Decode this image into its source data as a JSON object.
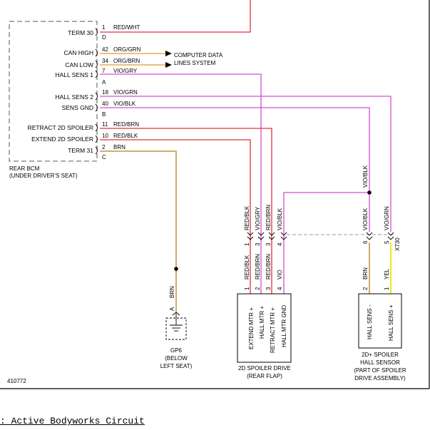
{
  "figure_id": "410772",
  "caption": ": Active Bodyworks Circuit",
  "bcm": {
    "name": "REAR BCM",
    "location": "(UNDER DRIVER'S SEAT)",
    "connector_letters": [
      "D",
      "A",
      "B",
      "C"
    ],
    "pins": [
      {
        "label": "TERM 30",
        "pin": "1",
        "wire": "RED/WHT"
      },
      {
        "label": "CAN HIGH",
        "pin": "42",
        "wire": "ORG/GRN"
      },
      {
        "label": "CAN LOW",
        "pin": "34",
        "wire": "ORG/BRN"
      },
      {
        "label": "HALL SENS 1",
        "pin": "7",
        "wire": "VIO/GRY"
      },
      {
        "label": "HALL SENS 2",
        "pin": "18",
        "wire": "VIO/GRN"
      },
      {
        "label": "SENS GND",
        "pin": "40",
        "wire": "VIO/BLK"
      },
      {
        "label": "RETRACT 2D SPOILER",
        "pin": "11",
        "wire": "RED/BRN"
      },
      {
        "label": "EXTEND 2D SPOILER",
        "pin": "10",
        "wire": "RED/BLK"
      },
      {
        "label": "TERM 31",
        "pin": "2",
        "wire": "BRN"
      }
    ]
  },
  "can_system": {
    "line1": "COMPUTER DATA",
    "line2": "LINES SYSTEM"
  },
  "ground": {
    "wire": "BRN",
    "pin": "A",
    "name": "GP6",
    "loc1": "(BELOW",
    "loc2": "LEFT SEAT)"
  },
  "connector_x730": "X730",
  "spoiler_drive": {
    "name": "2D SPOILER DRIVE",
    "sub": "(REAR FLAP)",
    "upper_wires": [
      {
        "pin": "1",
        "wire": "RED/BLK"
      },
      {
        "pin": "3",
        "wire": "VIO/GRY"
      },
      {
        "pin": "3",
        "wire": "RED/BRN"
      },
      {
        "pin": "4",
        "wire": "VIO/BLK"
      }
    ],
    "lower_wires": [
      {
        "pin": "1",
        "wire": "RED/BLK"
      },
      {
        "pin": "2",
        "wire": "RED/BRN"
      },
      {
        "pin": "3",
        "wire": "RED/BRN"
      },
      {
        "pin": "4",
        "wire": "VIO"
      }
    ],
    "functions": [
      "EXTEND MTR +",
      "HALL MTR +",
      "RETRACT MTR +",
      "HALL MTR GND"
    ]
  },
  "hall_sensor": {
    "name": "2D+ SPOILER",
    "line2": "HALL SENSOR",
    "line3": "(PART OF SPOILER",
    "line4": "DRIVE ASSEMBLY)",
    "splice_wire": "VIO/BLK",
    "upper_wires": [
      {
        "pin": "6",
        "wire": "VIO/BLK"
      },
      {
        "pin": "5",
        "wire": "VIO/GRN"
      }
    ],
    "lower_wires": [
      {
        "pin": "2",
        "wire": "BRN"
      },
      {
        "pin": "1",
        "wire": "YEL"
      }
    ],
    "functions": [
      "HALL SENS -",
      "HALL SENS +"
    ]
  },
  "colors": {
    "red": "#e0303a",
    "orange": "#e09a2a",
    "violet": "#d24fd2",
    "brown": "#b87d1e",
    "yellow": "#f2e400",
    "border": "#000000"
  }
}
